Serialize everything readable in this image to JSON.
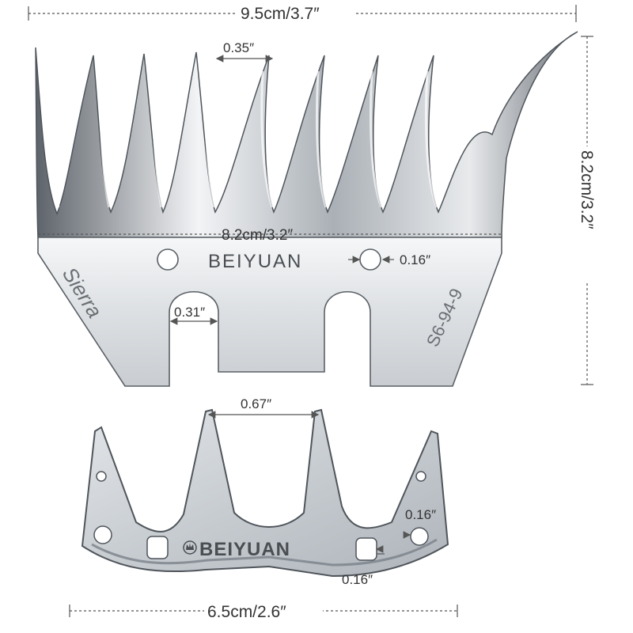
{
  "dimensions": {
    "comb_width": "9.5cm/3.7″",
    "comb_height": "8.2cm/3.2″",
    "tooth_spacing": "0.35″",
    "plate_width": "8.2cm/3.2″",
    "slot_width": "0.31″",
    "comb_hole": "0.16″",
    "cutter_tooth_spacing": "0.67″",
    "cutter_width": "6.5cm/2.6″",
    "cutter_hole_upper": "0.16″",
    "cutter_hole_lower": "0.16″"
  },
  "engravings": {
    "comb_brand": "BEIYUAN",
    "comb_model_left": "Sierra",
    "comb_model_right": "S6-94-9",
    "cutter_brand": "BEIYUAN"
  },
  "colors": {
    "steel_light": "#eef0f2",
    "steel_mid": "#c4c9ce",
    "steel_dark": "#7b8188",
    "dimension_line": "#555555"
  }
}
